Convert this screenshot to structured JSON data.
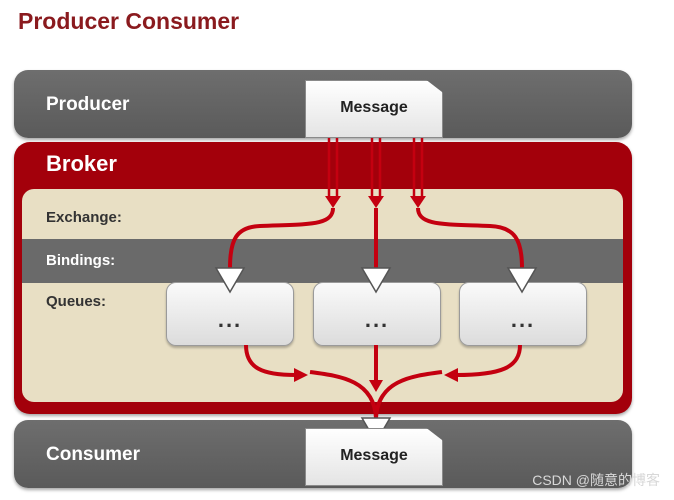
{
  "title": "Producer Consumer",
  "producer": {
    "label": "Producer",
    "message": "Message"
  },
  "broker": {
    "label": "Broker",
    "rows": {
      "exchange": "Exchange:",
      "bindings": "Bindings:",
      "queues": "Queues:"
    },
    "queues": [
      "...",
      "...",
      "..."
    ]
  },
  "consumer": {
    "label": "Consumer",
    "message": "Message"
  },
  "watermark": "CSDN @随意的博客",
  "colors": {
    "title": "#8a1a1e",
    "broker_red": "#a3000b",
    "arrow_red": "#c40010",
    "bar_gray": "#626262",
    "panel_beige": "#e8dfc4"
  }
}
